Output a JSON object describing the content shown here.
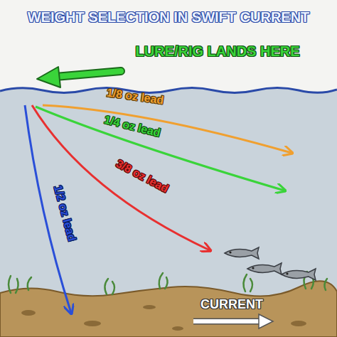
{
  "diagram": {
    "title": "WEIGHT SELECTION IN SWIFT CURRENT",
    "labels": [
      "LURE/RIG LANDS HERE",
      "1/8 oz lead",
      "1/4 oz lead",
      "3/8 oz lead",
      "1/2 oz lead",
      "CURRENT"
    ]
  }
}
